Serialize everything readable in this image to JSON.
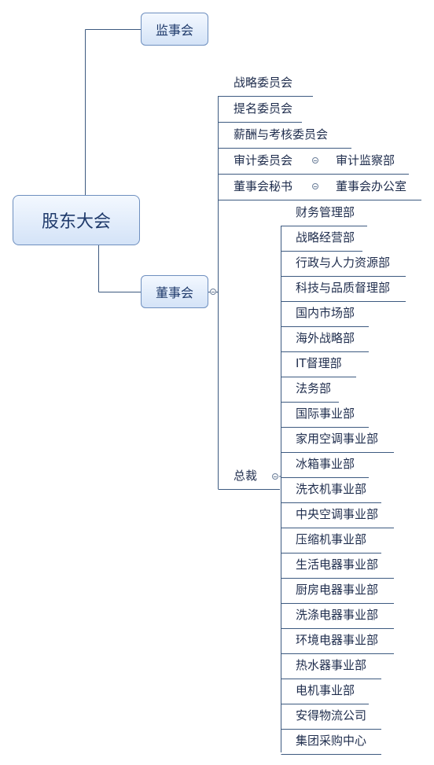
{
  "root": "股东大会",
  "supervisory": "监事会",
  "board": {
    "label": "董事会",
    "children": [
      "战略委员会",
      "提名委员会",
      "薪酬与考核委员会",
      "审计委员会",
      "董事会秘书",
      "总裁"
    ],
    "sub": {
      "审计委员会": [
        "审计监察部"
      ],
      "董事会秘书": [
        "董事会办公室"
      ]
    }
  },
  "president_departments": [
    "财务管理部",
    "战略经营部",
    "行政与人力资源部",
    "科技与品质督理部",
    "国内市场部",
    "海外战略部",
    "IT督理部",
    "法务部",
    "国际事业部",
    "家用空调事业部",
    "冰箱事业部",
    "洗衣机事业部",
    "中央空调事业部",
    "压缩机事业部",
    "生活电器事业部",
    "厨房电器事业部",
    "洗涤电器事业部",
    "环境电器事业部",
    "热水器事业部",
    "电机事业部",
    "安得物流公司",
    "集团采购中心"
  ]
}
